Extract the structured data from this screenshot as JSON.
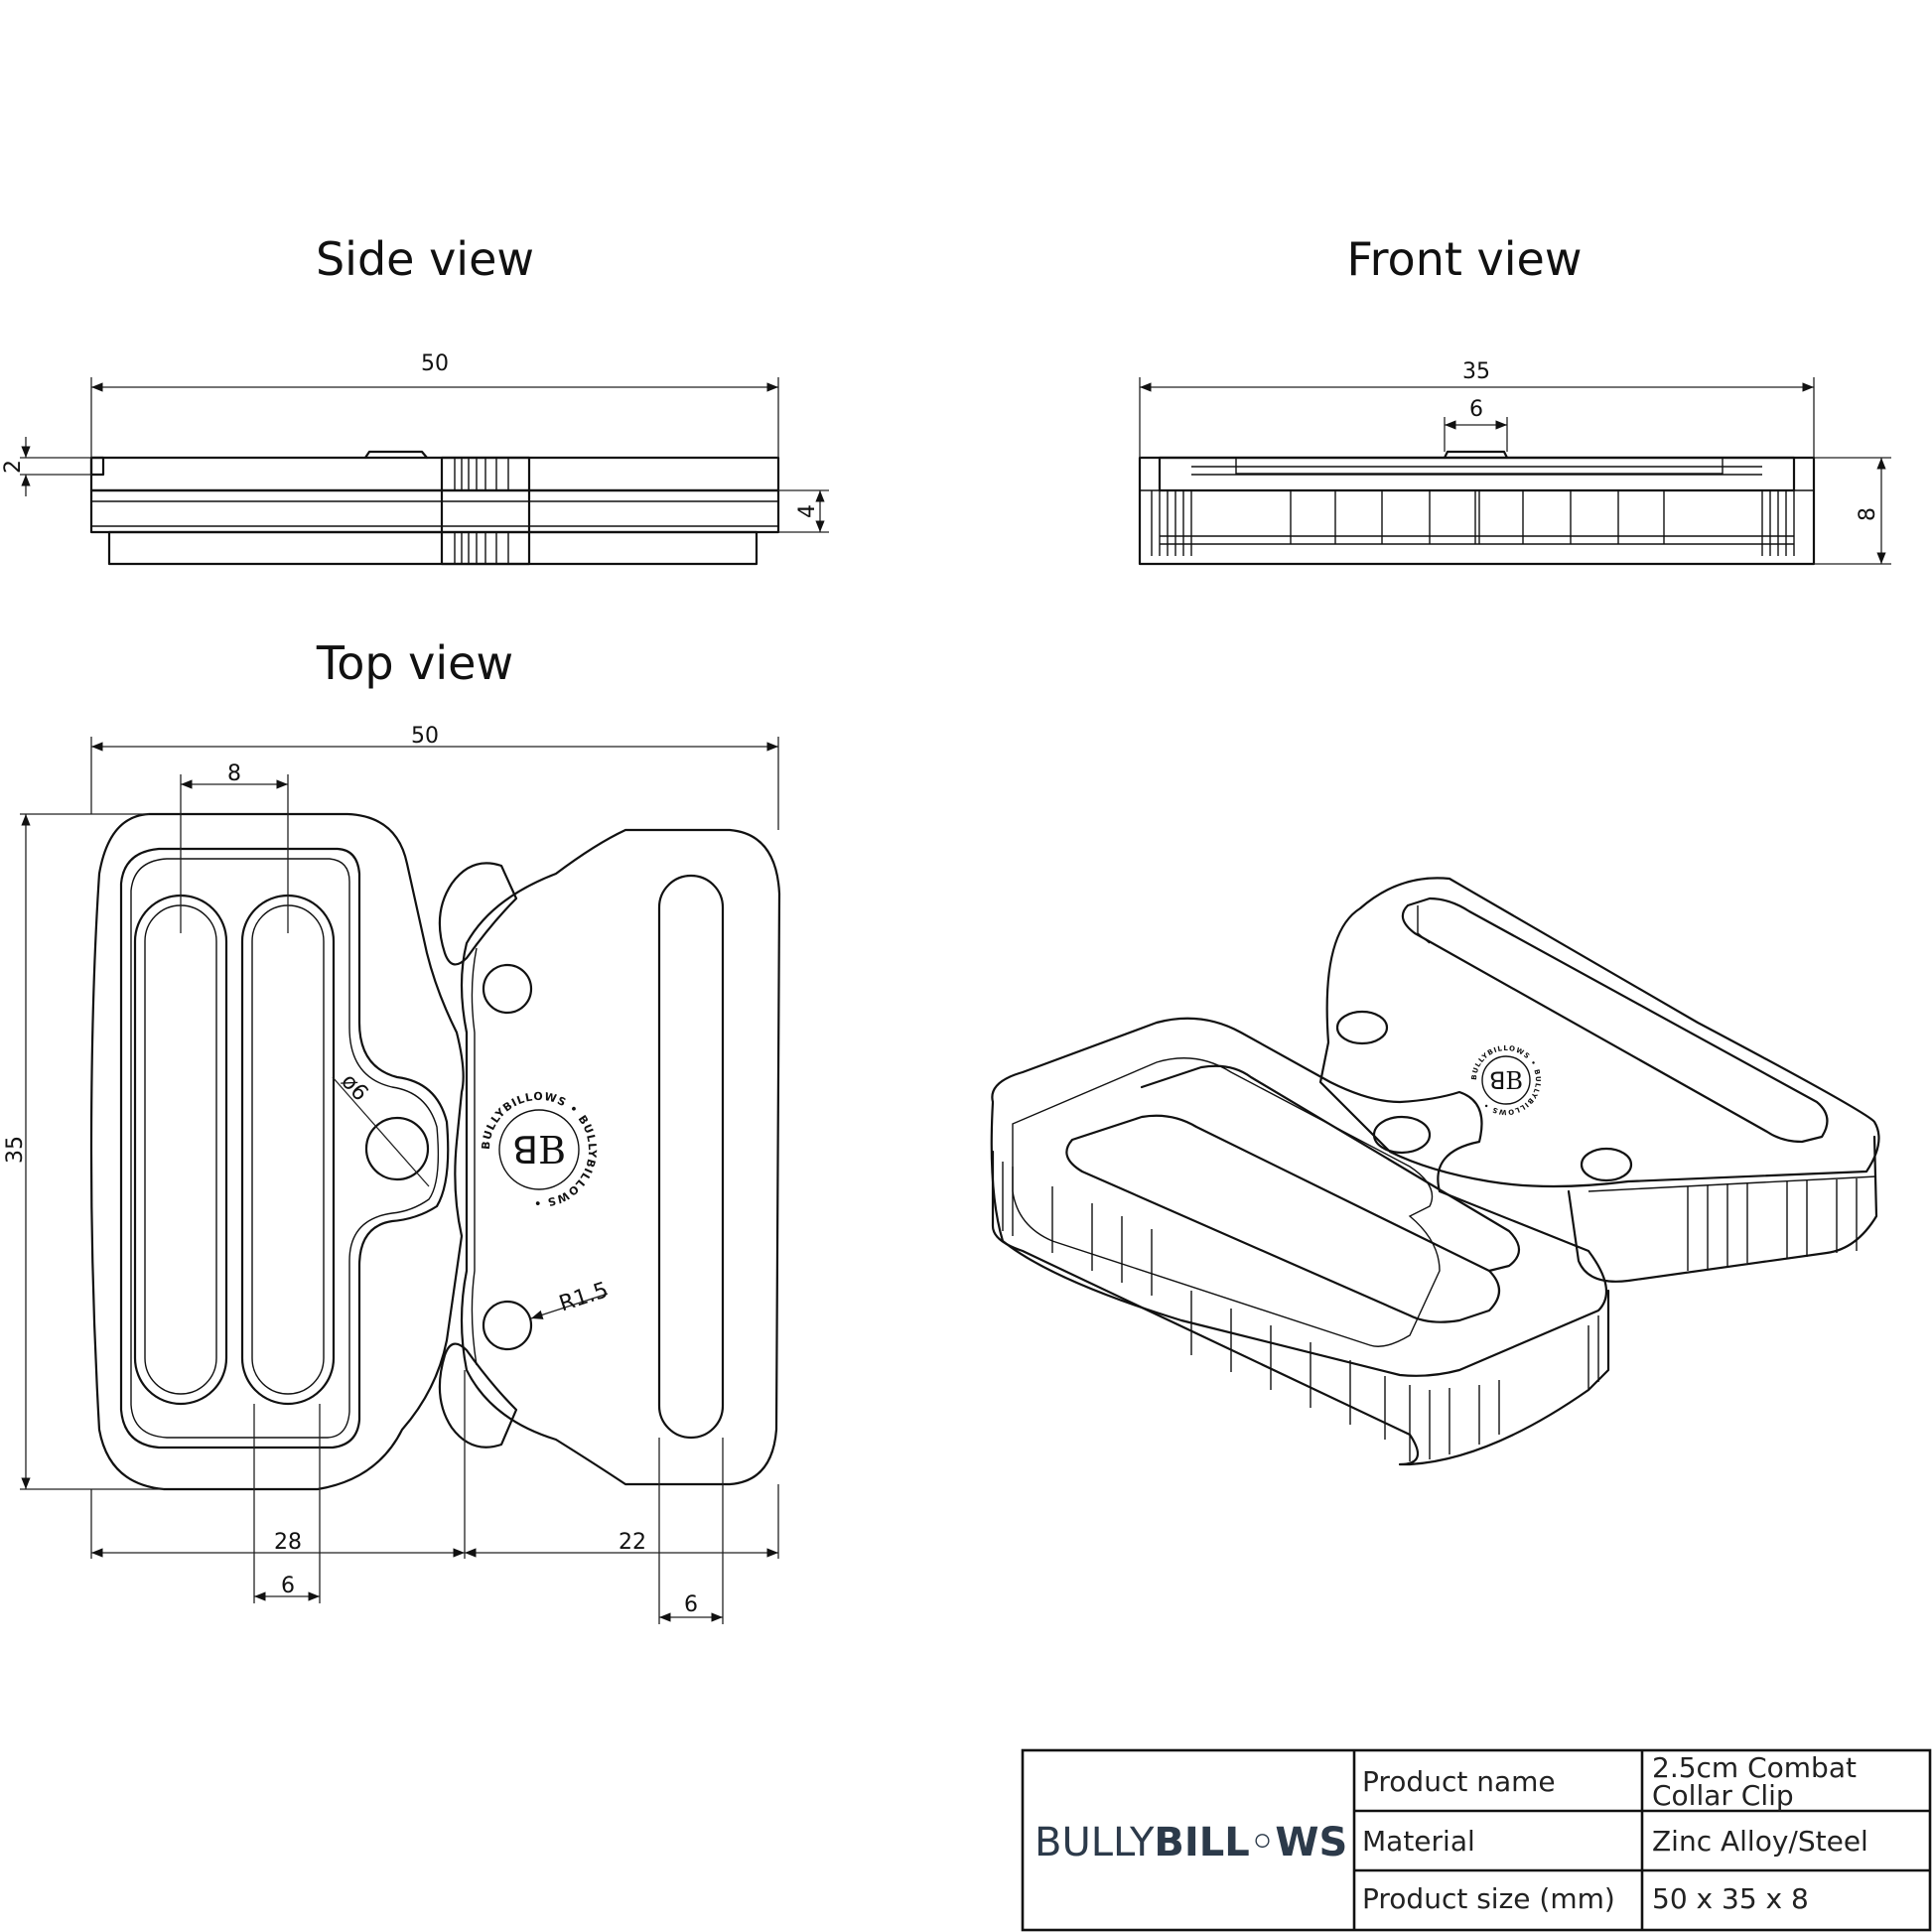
{
  "views": {
    "side": {
      "title": "Side view",
      "dim_length": "50",
      "dim_plate": "2",
      "dim_thickness": "4"
    },
    "front": {
      "title": "Front view",
      "dim_width": "35",
      "dim_button": "6",
      "dim_height": "8"
    },
    "top": {
      "title": "Top view",
      "dim_length": "50",
      "dim_slot_spacing": "8",
      "dim_height": "35",
      "dim_pin": "ø6",
      "dim_radius": "R1.5",
      "dim_left_part": "28",
      "dim_right_part": "22",
      "dim_slot_width": "6",
      "dim_right_slot_width": "6"
    }
  },
  "seal_text": "BULLYBILLOWS • BULLYBILLOWS •",
  "title_block": {
    "logo_light": "BULLY",
    "logo_bold": "BILL◦WS",
    "rows": [
      {
        "label": "Product name",
        "value_lines": [
          "2.5cm Combat",
          "Collar Clip"
        ]
      },
      {
        "label": "Material",
        "value_lines": [
          "Zinc Alloy/Steel"
        ]
      },
      {
        "label": "Product size (mm)",
        "value_lines": [
          "50 x 35 x 8"
        ]
      }
    ]
  },
  "colors": {
    "ink": "#111111",
    "brand": "#2c3a4a"
  }
}
